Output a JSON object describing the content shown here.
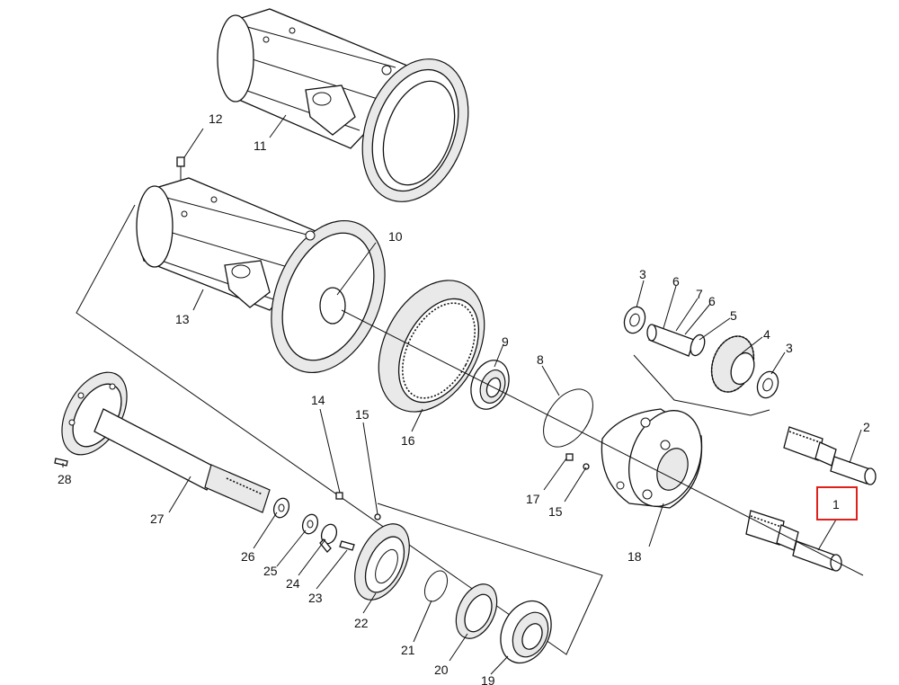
{
  "highlight_color": "#e0201b",
  "callouts": {
    "c1": "1",
    "c2": "2",
    "c3a": "3",
    "c3b": "3",
    "c4": "4",
    "c5": "5",
    "c6a": "6",
    "c6b": "6",
    "c7": "7",
    "c8": "8",
    "c9": "9",
    "c10": "10",
    "c11": "11",
    "c12": "12",
    "c13": "13",
    "c14": "14",
    "c15a": "15",
    "c15b": "15",
    "c16": "16",
    "c17": "17",
    "c18": "18",
    "c19": "19",
    "c20": "20",
    "c21": "21",
    "c22": "22",
    "c23": "23",
    "c24": "24",
    "c25": "25",
    "c26": "26",
    "c27": "27",
    "c28": "28"
  },
  "highlighted_callout": "1"
}
